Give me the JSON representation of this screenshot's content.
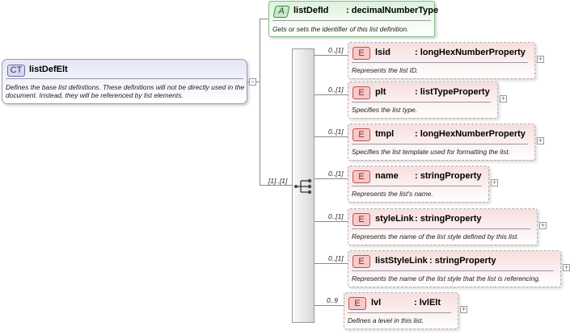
{
  "complex_type": {
    "badge": "CT",
    "name": "listDefElt",
    "description": "Defines the base list definitions. These definitions will not be directly used in the document. Instead, they will be referenced by list elements.",
    "collapse_symbol": "−"
  },
  "attribute": {
    "badge": "A",
    "name": "listDefId",
    "type": ": decimalNumberType",
    "description": "Gets or sets the identifier of this list definition."
  },
  "sequence": {
    "cardinality": "[1]..[1]"
  },
  "elements": [
    {
      "badge": "E",
      "name": "lsid",
      "type": ": longHexNumberProperty",
      "cardinality": "0..[1]",
      "description": "Represents the list ID.",
      "expand_symbol": "+"
    },
    {
      "badge": "E",
      "name": "plt",
      "type": ": listTypeProperty",
      "cardinality": "0..[1]",
      "description": "Specifies the list type.",
      "expand_symbol": "+"
    },
    {
      "badge": "E",
      "name": "tmpl",
      "type": ": longHexNumberProperty",
      "cardinality": "0..[1]",
      "description": "Specifies the list template used for formatting the list.",
      "expand_symbol": "+"
    },
    {
      "badge": "E",
      "name": "name",
      "type": ": stringProperty",
      "cardinality": "0..[1]",
      "description": "Represents the list's name.",
      "expand_symbol": "+"
    },
    {
      "badge": "E",
      "name": "styleLink",
      "type": ": stringProperty",
      "cardinality": "0..[1]",
      "description": "Represents the name of the list style defined by this list.",
      "expand_symbol": "+"
    },
    {
      "badge": "E",
      "name": "listStyleLink",
      "type": ": stringProperty",
      "cardinality": "0..[1]",
      "description": "Represents the name of the list style that the list is referencing.",
      "expand_symbol": "+"
    },
    {
      "badge": "E",
      "name": "lvl",
      "type": ": lvlElt",
      "cardinality": "0..9",
      "description": "Defines a level in this list.",
      "expand_symbol": "+"
    }
  ],
  "colors": {
    "complex_type_fill": "#e3e6f5",
    "attribute_fill": "#dbf2db",
    "element_fill": "#f8dede",
    "connector": "#8a8a8a"
  }
}
